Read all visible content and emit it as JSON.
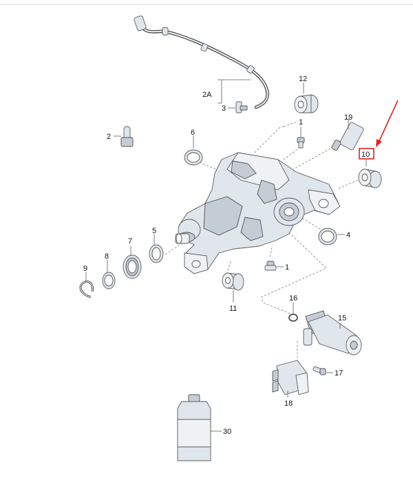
{
  "diagram": {
    "callouts": {
      "p1": "1",
      "p1b": "1",
      "p2": "2",
      "p2a": "2A",
      "p3": "3",
      "p4": "4",
      "p5": "5",
      "p6": "6",
      "p7": "7",
      "p8": "8",
      "p9": "9",
      "p10": "10",
      "p11": "11",
      "p12": "12",
      "p15": "15",
      "p16": "16",
      "p17": "17",
      "p18": "18",
      "p19": "19",
      "p30": "30"
    },
    "highlighted_part": "10",
    "highlight_color": "#e02020"
  }
}
